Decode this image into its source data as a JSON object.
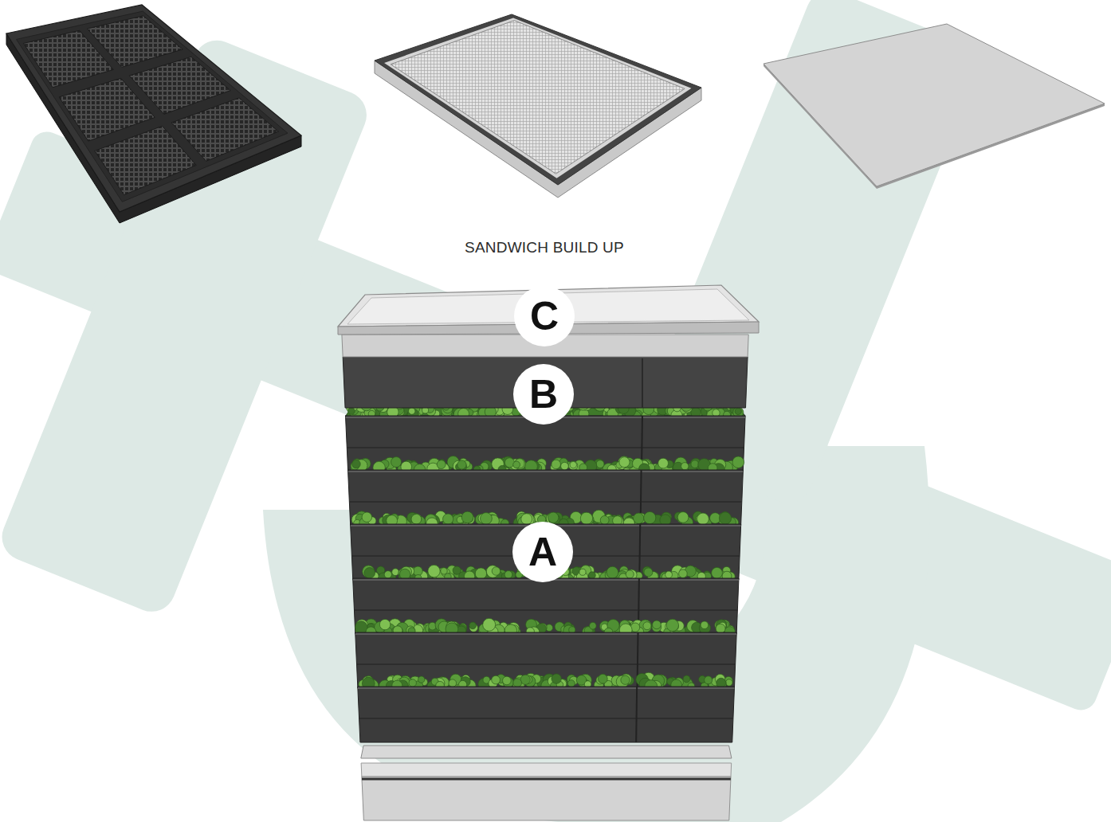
{
  "diagram": {
    "title": "SANDWICH BUILD UP",
    "nodes": [
      {
        "text": [
          "C"
        ]
      },
      {
        "text": [
          "B"
        ]
      },
      {
        "text": [
          "A"
        ]
      }
    ]
  }
}
